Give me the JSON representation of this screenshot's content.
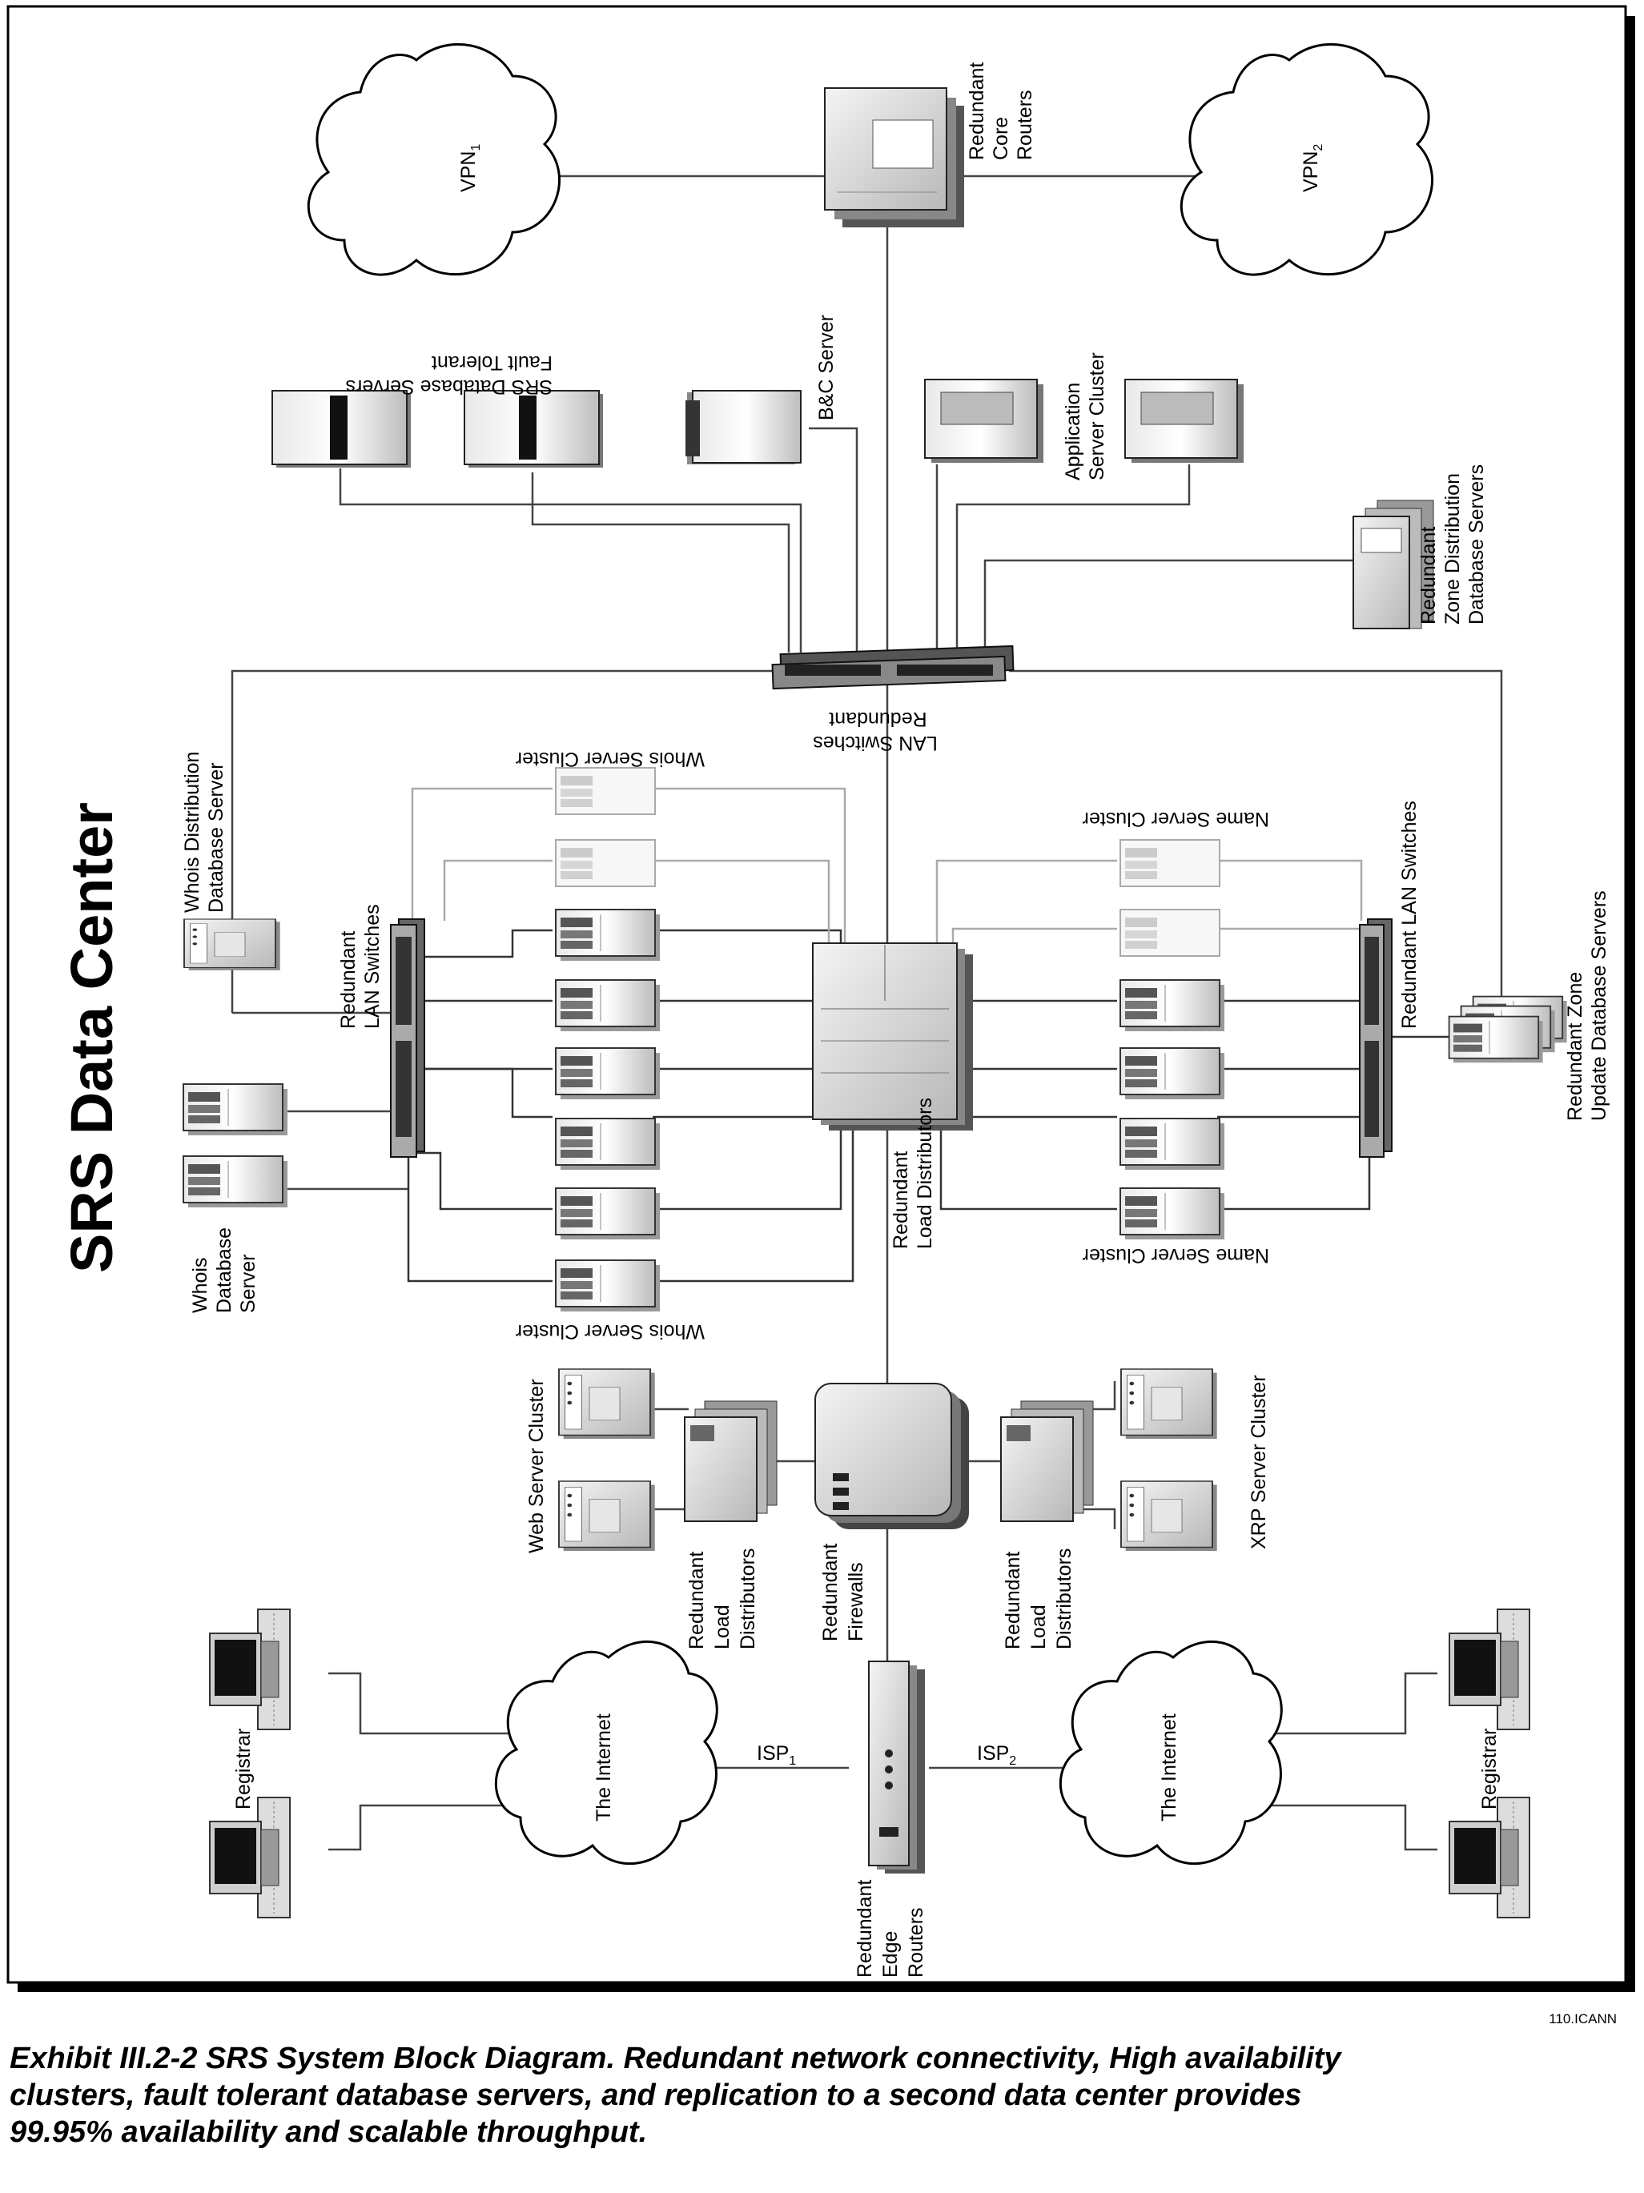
{
  "title": "SRS Data Center",
  "labels": {
    "vpn1": "VPN",
    "vpn1_sub": "1",
    "vpn2": "VPN",
    "vpn2_sub": "2",
    "core_routers": [
      "Redundant",
      "Core",
      "Routers"
    ],
    "srs_db": [
      "Fault Tolerant",
      "SRS Database Servers"
    ],
    "bc_server": "B&C Server",
    "app_cluster": [
      "Application",
      "Server Cluster"
    ],
    "zone_dist": [
      "Redundant",
      "Zone Distribution",
      "Database Servers"
    ],
    "lan_top": [
      "Redundant",
      "LAN Switches"
    ],
    "whois_dist": [
      "Whois Distribution",
      "Database Server"
    ],
    "lan_left": [
      "Redundant",
      "LAN Switches"
    ],
    "whois_cluster_top": "Whois Server Cluster",
    "whois_cluster_bottom": "Whois Server Cluster",
    "name_cluster_top": "Name Server Cluster",
    "name_cluster_bottom": "Name Server Cluster",
    "lan_right": "Redundant LAN Switches",
    "zone_update": [
      "Redundant Zone",
      "Update Database Servers"
    ],
    "whois_db": [
      "Whois",
      "Database",
      "Server"
    ],
    "load_dist_center": [
      "Redundant",
      "Load Distributors"
    ],
    "web_cluster": "Web Server Cluster",
    "xrp_cluster": "XRP Server Cluster",
    "load_dist_left": [
      "Redundant",
      "Load",
      "Distributors"
    ],
    "firewalls": [
      "Redundant",
      "Firewalls"
    ],
    "load_dist_right": [
      "Redundant",
      "Load",
      "Distributors"
    ],
    "internet_left": "The Internet",
    "internet_right": "The Internet",
    "registrar_left": "Registrar",
    "registrar_right": "Registrar",
    "isp1": "ISP",
    "isp1_sub": "1",
    "isp2": "ISP",
    "isp2_sub": "2",
    "edge_routers": [
      "Redundant",
      "Edge",
      "Routers"
    ]
  },
  "stamp": "110.ICANN",
  "caption": [
    "Exhibit III.2-2 SRS System Block Diagram. Redundant network connectivity, High availability",
    "clusters, fault tolerant database servers, and replication to a second data center provides",
    "99.95% availability and scalable throughput."
  ]
}
